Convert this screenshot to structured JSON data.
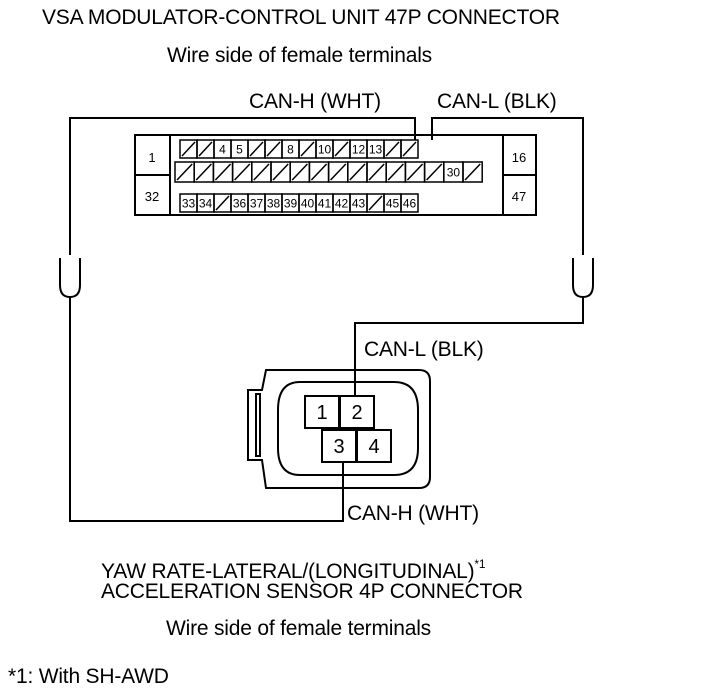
{
  "header": {
    "title": "VSA MODULATOR-CONTROL UNIT 47P CONNECTOR",
    "subtitle": "Wire side of female terminals"
  },
  "wires": {
    "can_h_top": "CAN-H (WHT)",
    "can_l_top": "CAN-L (BLK)",
    "can_l_bottom": "CAN-L (BLK)",
    "can_h_bottom": "CAN-H (WHT)"
  },
  "vsa_connector": {
    "left_top": "1",
    "left_bottom": "32",
    "right_top": "16",
    "right_bottom": "47",
    "row1": [
      "/",
      "/",
      "4",
      "5",
      "/",
      "/",
      "8",
      "/",
      "10",
      "/",
      "12",
      "13",
      "/",
      "/"
    ],
    "row2": [
      "/",
      "/",
      "/",
      "/",
      "/",
      "/",
      "/",
      "/",
      "/",
      "/",
      "/",
      "/",
      "/",
      "/",
      "30",
      "/"
    ],
    "row3": [
      "33",
      "34",
      "/",
      "36",
      "37",
      "38",
      "39",
      "40",
      "41",
      "42",
      "43",
      "/",
      "45",
      "46"
    ]
  },
  "sensor_connector": {
    "pins": [
      "1",
      "2",
      "3",
      "4"
    ]
  },
  "footer": {
    "sensor_title_line1": "YAW RATE-LATERAL/(LONGITUDINAL)",
    "sensor_title_footnote_mark": "*1",
    "sensor_title_line2": "ACCELERATION SENSOR 4P CONNECTOR",
    "sensor_subtitle": "Wire side of female terminals",
    "footnote": "*1: With SH-AWD"
  }
}
